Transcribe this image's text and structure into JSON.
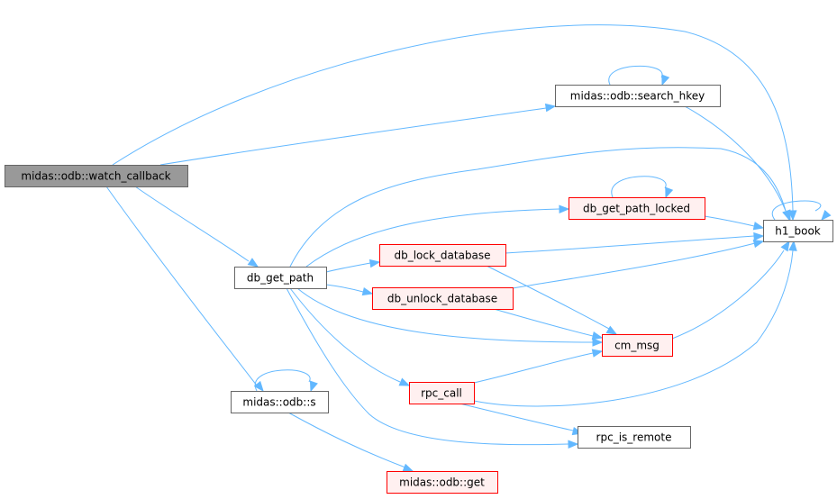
{
  "colors": {
    "edge": "#63b8ff",
    "root_fill": "#999999",
    "root_stroke": "#666666",
    "normal_fill": "#ffffff",
    "normal_stroke": "#666666",
    "truncated_fill": "#fff0f0",
    "truncated_stroke": "#ff0000"
  },
  "nodes": {
    "watch_callback": {
      "label": "midas::odb::watch_callback",
      "style": "root"
    },
    "search_hkey": {
      "label": "midas::odb::search_hkey",
      "style": "normal"
    },
    "db_get_path": {
      "label": "db_get_path",
      "style": "normal"
    },
    "h1_book": {
      "label": "h1_book",
      "style": "normal"
    },
    "db_get_path_locked": {
      "label": "db_get_path_locked",
      "style": "truncated"
    },
    "db_lock_database": {
      "label": "db_lock_database",
      "style": "truncated"
    },
    "db_unlock_database": {
      "label": "db_unlock_database",
      "style": "truncated"
    },
    "cm_msg": {
      "label": "cm_msg",
      "style": "truncated"
    },
    "rpc_call": {
      "label": "rpc_call",
      "style": "truncated"
    },
    "rpc_is_remote": {
      "label": "rpc_is_remote",
      "style": "normal"
    },
    "s": {
      "label": "midas::odb::s",
      "style": "normal"
    },
    "get": {
      "label": "midas::odb::get",
      "style": "truncated"
    }
  },
  "edges": [
    {
      "from": "watch_callback",
      "to": "h1_book"
    },
    {
      "from": "watch_callback",
      "to": "search_hkey"
    },
    {
      "from": "watch_callback",
      "to": "db_get_path"
    },
    {
      "from": "watch_callback",
      "to": "s"
    },
    {
      "from": "search_hkey",
      "to": "search_hkey"
    },
    {
      "from": "search_hkey",
      "to": "h1_book"
    },
    {
      "from": "db_get_path",
      "to": "h1_book"
    },
    {
      "from": "db_get_path",
      "to": "db_get_path_locked"
    },
    {
      "from": "db_get_path",
      "to": "db_lock_database"
    },
    {
      "from": "db_get_path",
      "to": "db_unlock_database"
    },
    {
      "from": "db_get_path",
      "to": "cm_msg"
    },
    {
      "from": "db_get_path",
      "to": "rpc_call"
    },
    {
      "from": "db_get_path",
      "to": "rpc_is_remote"
    },
    {
      "from": "db_get_path_locked",
      "to": "db_get_path_locked"
    },
    {
      "from": "db_get_path_locked",
      "to": "h1_book"
    },
    {
      "from": "db_lock_database",
      "to": "h1_book"
    },
    {
      "from": "db_lock_database",
      "to": "cm_msg"
    },
    {
      "from": "db_unlock_database",
      "to": "h1_book"
    },
    {
      "from": "db_unlock_database",
      "to": "cm_msg"
    },
    {
      "from": "cm_msg",
      "to": "h1_book"
    },
    {
      "from": "rpc_call",
      "to": "cm_msg"
    },
    {
      "from": "rpc_call",
      "to": "h1_book"
    },
    {
      "from": "rpc_call",
      "to": "rpc_is_remote"
    },
    {
      "from": "h1_book",
      "to": "h1_book"
    },
    {
      "from": "s",
      "to": "s"
    },
    {
      "from": "s",
      "to": "get"
    }
  ]
}
